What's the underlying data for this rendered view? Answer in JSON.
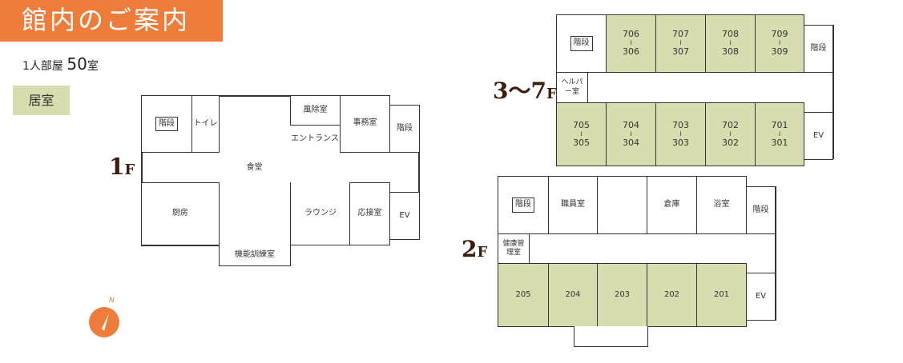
{
  "header": {
    "title": "館内のご案内"
  },
  "capacity": {
    "prefix": "1人部屋",
    "count": "50",
    "suffix": "室"
  },
  "legend": {
    "label": "居室",
    "color": "#d8dcae"
  },
  "compass": {
    "label": "N"
  },
  "floor1": {
    "label_num": "1",
    "label_f": "F",
    "rooms": {
      "stairs_left": "階段",
      "toilet": "トイレ",
      "dining": "食堂",
      "windbreak": "風除室",
      "entrance": "エントランス",
      "office": "事務室",
      "stairs_right": "階段",
      "kitchen": "厨房",
      "training": "機能訓練室",
      "lounge": "ラウンジ",
      "reception": "応接室",
      "ev": "EV"
    }
  },
  "floor37": {
    "label_num": "3〜7",
    "label_f": "F",
    "stairs_left": "階段",
    "helper": "ヘルパー室",
    "stairs_right": "階段",
    "ev": "EV",
    "top_rooms": [
      {
        "upper": "706",
        "lower": "306"
      },
      {
        "upper": "707",
        "lower": "307"
      },
      {
        "upper": "708",
        "lower": "308"
      },
      {
        "upper": "709",
        "lower": "309"
      }
    ],
    "bottom_rooms": [
      {
        "upper": "705",
        "lower": "305"
      },
      {
        "upper": "704",
        "lower": "304"
      },
      {
        "upper": "703",
        "lower": "303"
      },
      {
        "upper": "702",
        "lower": "302"
      },
      {
        "upper": "701",
        "lower": "301"
      }
    ],
    "tilde": "≀"
  },
  "floor2": {
    "label_num": "2",
    "label_f": "F",
    "stairs_left": "階段",
    "staff": "職員室",
    "storage": "倉庫",
    "bath": "浴室",
    "stairs_right": "階段",
    "health": "健康管理室",
    "ev": "EV",
    "rooms": [
      "205",
      "204",
      "203",
      "202",
      "201"
    ]
  }
}
